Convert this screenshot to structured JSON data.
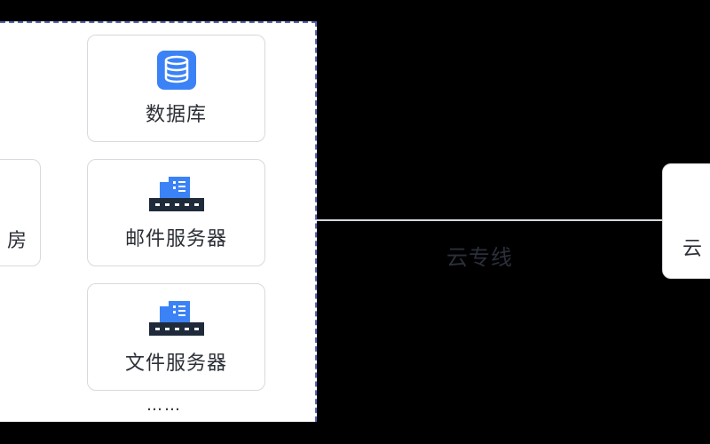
{
  "nodes": {
    "database": {
      "label": "数据库",
      "icon": "database-icon"
    },
    "mail_server": {
      "label": "邮件服务器",
      "icon": "server-building-icon"
    },
    "file_server": {
      "label": "文件服务器",
      "icon": "server-building-icon"
    },
    "machine_room": {
      "label": "房"
    },
    "cloud": {
      "label": "云"
    }
  },
  "more_indicator": "……",
  "link": {
    "label": "云专线"
  },
  "colors": {
    "background": "#000000",
    "panel": "#ffffff",
    "panel_border": "#5a66b8",
    "icon_blue": "#3b82f6",
    "icon_dark": "#1f2a3a",
    "text": "#2b2f36",
    "line": "#d5d8de"
  }
}
